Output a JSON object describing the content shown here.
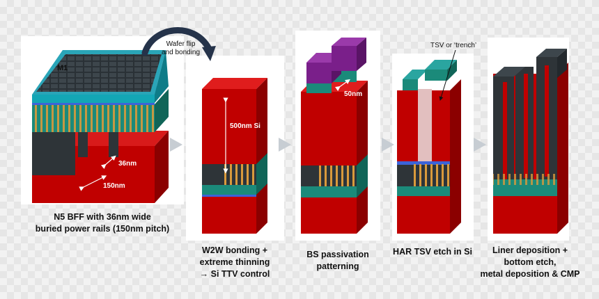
{
  "steps": [
    {
      "caption": [
        "N5 BFF with 36nm wide",
        "buried power rails (150nm pitch)"
      ]
    },
    {
      "caption": [
        "W2W bonding +",
        "extreme thinning",
        "→ Si TTV control"
      ]
    },
    {
      "caption": [
        "BS passivation",
        "patterning"
      ]
    },
    {
      "caption": [
        "HAR TSV etch in Si"
      ]
    },
    {
      "caption": [
        "Liner deposition +",
        "bottom etch,",
        "metal deposition & CMP"
      ]
    }
  ],
  "labels": {
    "m1": "M1",
    "width36": "36nm",
    "pitch150": "150nm",
    "flip": [
      "Wafer flip",
      "and bonding"
    ],
    "si500": "500nm Si",
    "nm50": "50nm",
    "tsv": "TSV or ‘trench’"
  },
  "colors": {
    "silicon": "#c00000",
    "silicon_side": "#8b0000",
    "teal": "#1b8a7a",
    "purple": "#7a1f8a",
    "dark": "#2e3438",
    "arrow_gray": "#c7cdd3"
  }
}
